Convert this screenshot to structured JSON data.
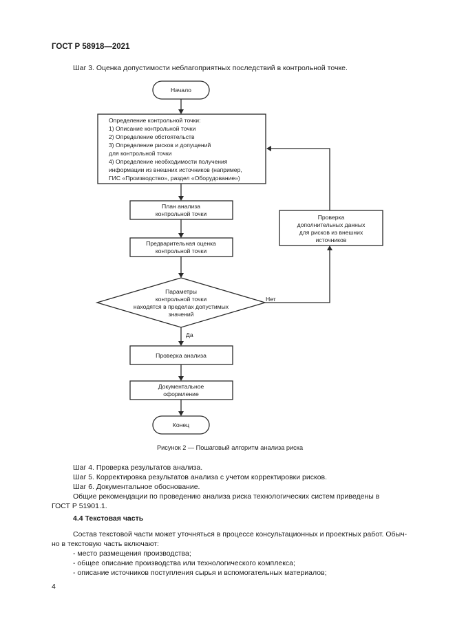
{
  "header": {
    "title": "ГОСТ Р 58918—2021"
  },
  "step3": "Шаг 3. Оценка допустимости неблагоприятных последствий в контрольной точке.",
  "flowchart": {
    "start": "Начало",
    "define_lines": [
      "Определение контрольной точки:",
      "1) Описание контрольной точки",
      "2) Определение обстоятельств",
      "3) Определение рисков и допущений",
      "для контрольной точки",
      "4) Определение необходимости получения",
      "информации из внешних источников (например,",
      "ГИС «Производство», раздел «Оборудование»)"
    ],
    "plan_lines": [
      "План анализа",
      "контрольной точки"
    ],
    "prelim_lines": [
      "Предварительная оценка",
      "контрольной точки"
    ],
    "decision_lines": [
      "Параметры",
      "контрольной точки",
      "находятся в пределах допустимых",
      "значений"
    ],
    "no_label": "Нет",
    "yes_label": "Да",
    "check_extra_lines": [
      "Проверка",
      "дополнительных данных",
      "для рисков из внешних",
      "источников"
    ],
    "check_analysis": "Проверка анализа",
    "doc_lines": [
      "Документальное",
      "оформление"
    ],
    "end": "Конец"
  },
  "figure_caption": "Рисунок 2 — Пошаговый алгоритм анализа риска",
  "step4": "Шаг 4. Проверка результатов анализа.",
  "step5": "Шаг 5. Корректировка результатов анализа с учетом корректировки рисков.",
  "step6": "Шаг 6. Документальное обоснование.",
  "general_line1": "Общие рекомендации по проведению анализа риска технологических систем приведены в",
  "general_line2": "ГОСТ  Р 51901.1.",
  "section_title": "4.4 Текстовая часть",
  "intro_line1": "Состав текстовой части может уточняться в процессе консультационных и проектных работ. Обыч-",
  "intro_line2": "но в текстовую часть включают:",
  "bullets": [
    "- место размещения производства;",
    "- общее описание производства или технологического комплекса;",
    "- описание источников поступления сырья и вспомогательных материалов;"
  ],
  "page_number": "4"
}
